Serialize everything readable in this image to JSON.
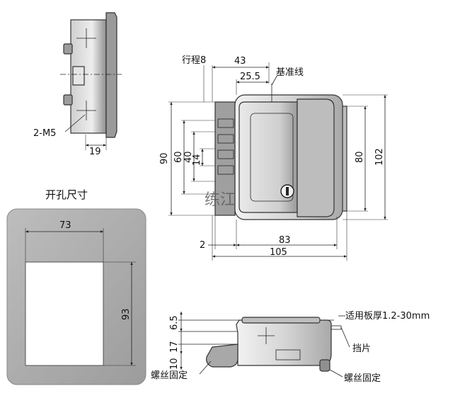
{
  "colors": {
    "metal_light": "#e4e4e4",
    "metal_mid": "#c9c9c9",
    "metal_dark": "#8e8e8e",
    "cutout_frame": "#a8a8a8",
    "line": "#222222"
  },
  "side_view": {
    "label_thread": "2-M5",
    "dim_19": "19"
  },
  "front_view": {
    "label_stroke": "行程8",
    "dim_43": "43",
    "dim_25_5": "25.5",
    "label_reference": "基准线",
    "dim_90": "90",
    "dim_60": "60",
    "dim_40": "40",
    "dim_14": "14",
    "dim_80": "80",
    "dim_102": "102",
    "dim_2": "2",
    "dim_83": "83",
    "dim_105": "105",
    "watermark": "练江"
  },
  "cutout": {
    "title": "开孔尺寸",
    "dim_width": "73",
    "dim_height": "93"
  },
  "bottom_view": {
    "dim_6_5": "6.5",
    "dim_17": "17",
    "dim_10": "10",
    "label_panel": "适用板厚1.2-30mm",
    "label_stopper": "挡片",
    "label_screw_left": "螺丝固定",
    "label_screw_right": "螺丝固定"
  }
}
